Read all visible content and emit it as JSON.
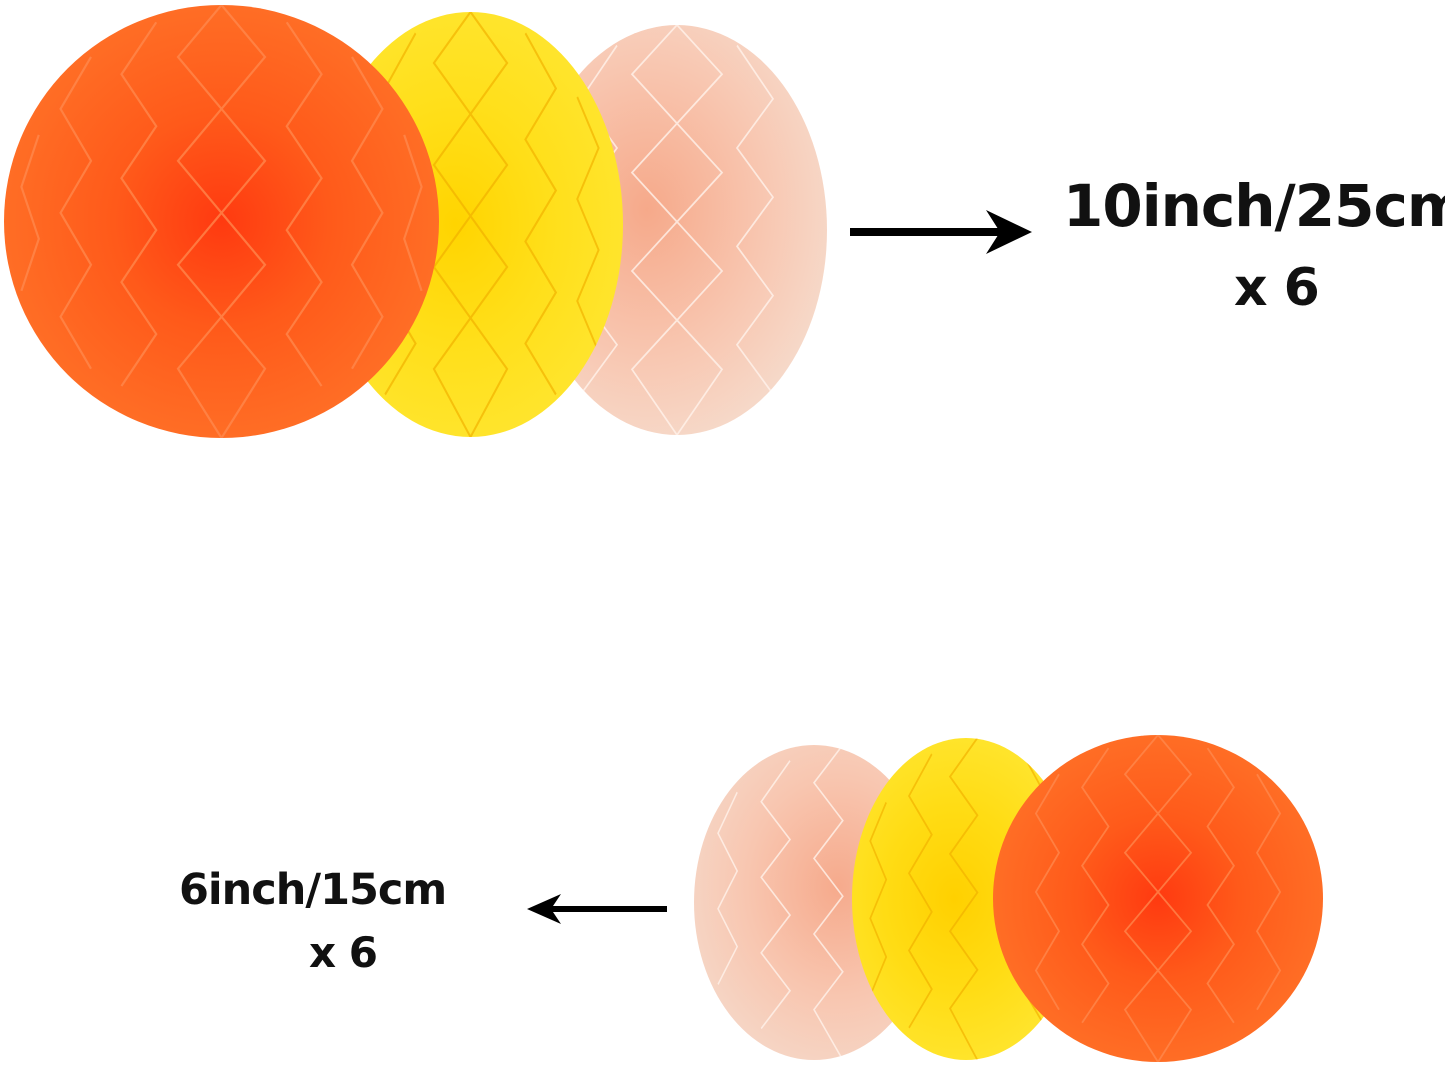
{
  "large_set": {
    "size_label": "10inch/25cm",
    "quantity_label": "x 6",
    "arrow_direction": "right",
    "balls": [
      {
        "color_name": "orange",
        "base": "#ff6a1a",
        "dark": "#f24a0a",
        "light": "#ff8a4a"
      },
      {
        "color_name": "yellow",
        "base": "#ffd21a",
        "dark": "#f5b800",
        "light": "#ffe84a"
      },
      {
        "color_name": "peach",
        "base": "#f8c8b0",
        "dark": "#f2a889",
        "light": "#fbe3d6"
      }
    ]
  },
  "small_set": {
    "size_label": "6inch/15cm",
    "quantity_label": "x 6",
    "arrow_direction": "left",
    "balls": [
      {
        "color_name": "peach",
        "base": "#f8c8b0",
        "dark": "#f2a889",
        "light": "#fbe3d6"
      },
      {
        "color_name": "yellow",
        "base": "#ffd21a",
        "dark": "#f5b800",
        "light": "#ffe84a"
      },
      {
        "color_name": "orange",
        "base": "#ff6a1a",
        "dark": "#f24a0a",
        "light": "#ff8a4a"
      }
    ]
  }
}
